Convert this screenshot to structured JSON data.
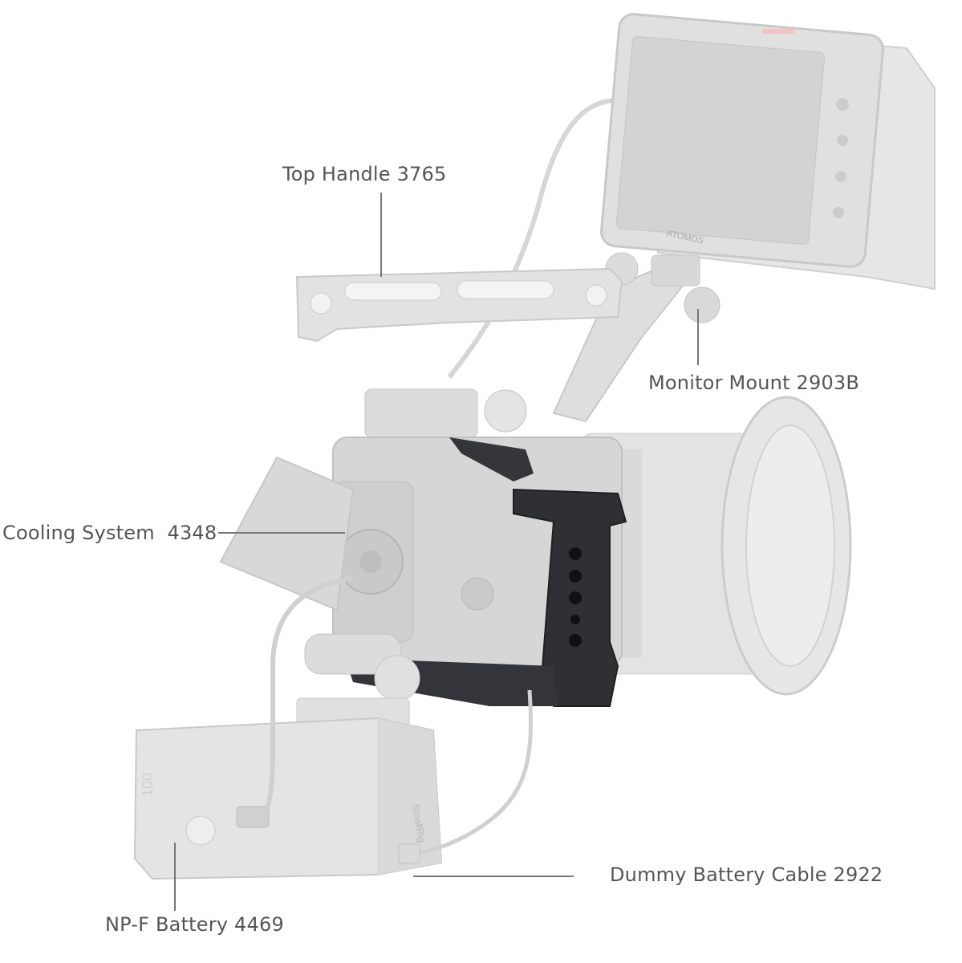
{
  "callouts": {
    "top_handle": "Top Handle 3765",
    "monitor_mount": "Monitor Mount 2903B",
    "cooling_system": "Cooling System  4348",
    "dummy_battery_cable": "Dummy Battery Cable 2922",
    "npf_battery": "NP-F Battery 4469"
  },
  "printed_marks": {
    "monitor_brand": "ATOMOS",
    "battery_brand": "SmallRig",
    "battery_display": "100"
  },
  "colors": {
    "background": "#ffffff",
    "accessory_gray": "#dcdcdc",
    "accessory_edge": "#bdbdbd",
    "cage_dark": "#2f3033",
    "leader_line": "#777777",
    "label_text": "#555555"
  }
}
